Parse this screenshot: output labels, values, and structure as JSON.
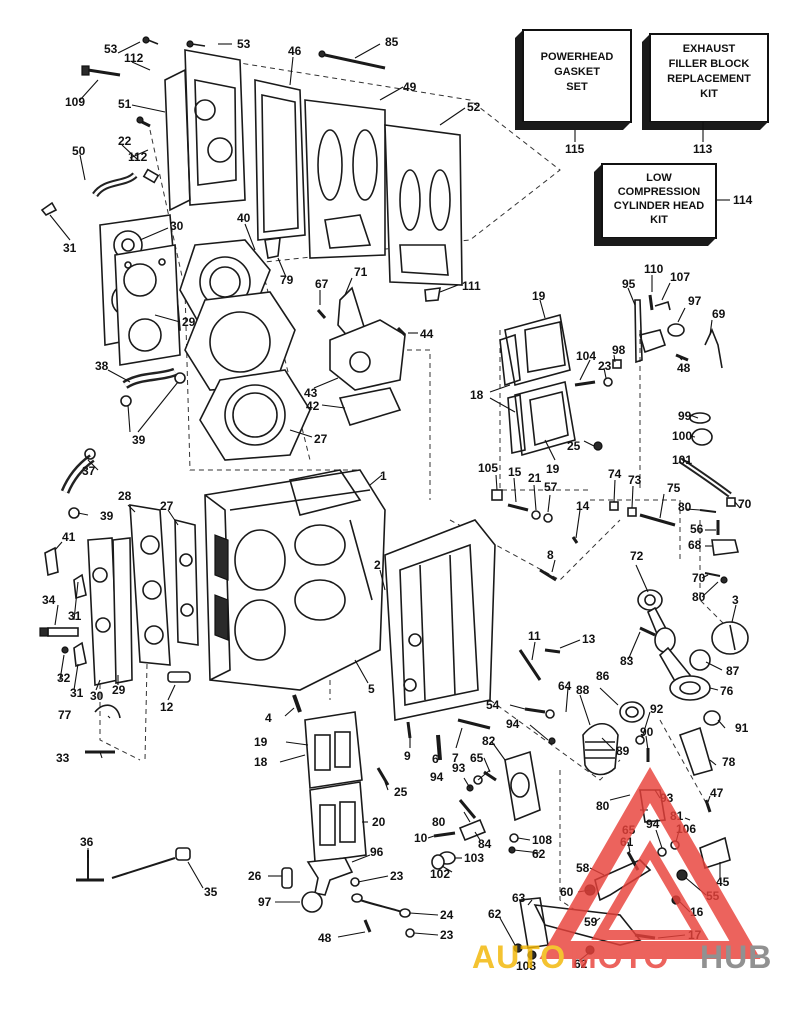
{
  "kits": {
    "powerhead": {
      "lines": [
        "POWERHEAD",
        "GASKET",
        "SET"
      ],
      "number": "115"
    },
    "exhaust": {
      "lines": [
        "EXHAUST",
        "FILLER BLOCK",
        "REPLACEMENT",
        "KIT"
      ],
      "number": "113"
    },
    "cylinder": {
      "lines": [
        "LOW",
        "COMPRESSION",
        "CYLINDER HEAD",
        "KIT"
      ],
      "number": "114"
    }
  },
  "labels": {
    "l53a": "53",
    "l53b": "53",
    "l112a": "112",
    "l46": "46",
    "l85": "85",
    "l49": "49",
    "l52": "52",
    "l109": "109",
    "l51": "51",
    "l22": "22",
    "l112b": "112",
    "l50": "50",
    "l31a": "31",
    "l30a": "30",
    "l40": "40",
    "l79": "79",
    "l29a": "29",
    "l67": "67",
    "l71": "71",
    "l111": "111",
    "l44": "44",
    "l19a": "19",
    "l95": "95",
    "l110": "110",
    "l107": "107",
    "l97": "97",
    "l69": "69",
    "l38": "38",
    "l39a": "39",
    "l43": "43",
    "l42": "42",
    "l27a": "27",
    "l104": "104",
    "l98": "98",
    "l23a": "23",
    "l48a": "48",
    "l18a": "18",
    "l99": "99",
    "l100": "100",
    "l19b": "19",
    "l25a": "25",
    "l101": "101",
    "l37": "37",
    "l1": "1",
    "l105": "105",
    "l15": "15",
    "l21": "21",
    "l57": "57",
    "l74": "74",
    "l73": "73",
    "l75": "75",
    "l70a": "70",
    "l28": "28",
    "l27b": "27",
    "l39b": "39",
    "l14": "14",
    "l80a": "80",
    "l56": "56",
    "l68": "68",
    "l41": "41",
    "l2": "2",
    "l8": "8",
    "l72": "72",
    "l70b": "70",
    "l80b": "80",
    "l34": "34",
    "l31b": "31",
    "l3": "3",
    "l11": "11",
    "l13": "13",
    "l83": "83",
    "l87": "87",
    "l32": "32",
    "l31c": "31",
    "l30b": "30",
    "l29b": "29",
    "l12": "12",
    "l5": "5",
    "l86": "86",
    "l76": "76",
    "l64": "64",
    "l88": "88",
    "l54": "54",
    "l94a": "94",
    "l92": "92",
    "l91": "91",
    "l77": "77",
    "l4": "4",
    "l9": "9",
    "l6": "6",
    "l7": "7",
    "l33": "33",
    "l82": "82",
    "l65a": "65",
    "l90": "90",
    "l89": "89",
    "l78": "78",
    "l19c": "19",
    "l18b": "18",
    "l94b": "94",
    "l93a": "93",
    "l25b": "25",
    "l80c": "80",
    "l93b": "93",
    "l47": "47",
    "l81": "81",
    "l106": "106",
    "l20": "20",
    "l80d": "80",
    "l84": "84",
    "l108a": "108",
    "l65b": "65",
    "l94c": "94",
    "l10": "10",
    "l103": "103",
    "l62a": "62",
    "l36": "36",
    "l96": "96",
    "l102": "102",
    "l61": "61",
    "l58": "58",
    "l45": "45",
    "l26": "26",
    "l23b": "23",
    "l35": "35",
    "l60": "60",
    "l55": "55",
    "l97b": "97",
    "l16": "16",
    "l63": "63",
    "l24": "24",
    "l62b": "62",
    "l59": "59",
    "l48b": "48",
    "l23c": "23",
    "l17": "17",
    "l108b": "108",
    "l62c": "62"
  },
  "watermark": {
    "part1": "AUTO",
    "part2": "MOTO",
    "part3": "HUB",
    "color_red": "#e8413a",
    "color_yellow": "#f2b705",
    "color_gray": "#7a7a7a"
  }
}
